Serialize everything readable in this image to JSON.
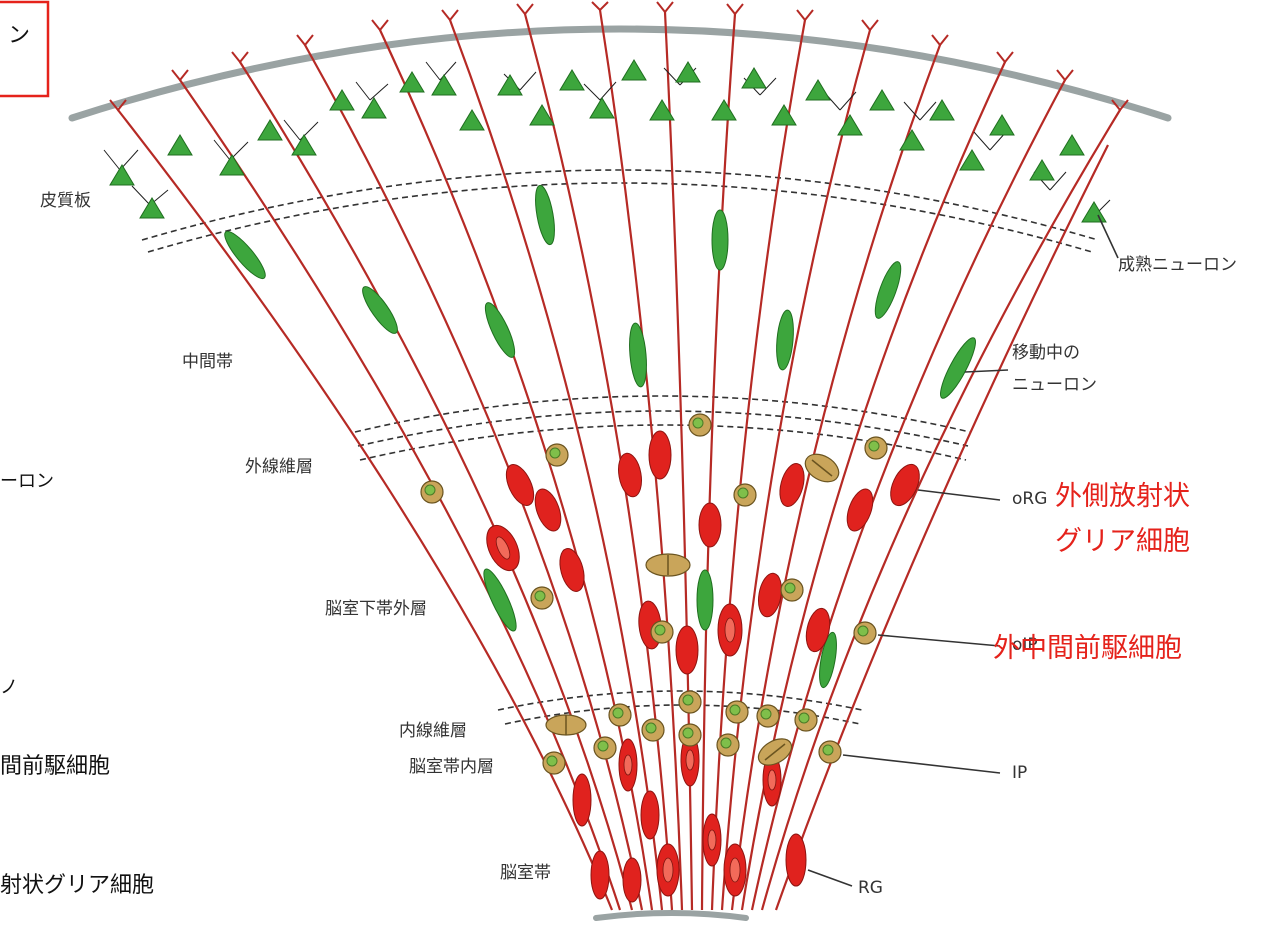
{
  "labels": {
    "cortical_plate": "皮質板",
    "mature_neuron": "成熟ニューロン",
    "intermediate_zone": "中間帯",
    "migrating_neuron_line1": "移動中の",
    "migrating_neuron_line2": "ニューロン",
    "outer_fiber_layer": "外線維層",
    "osvz": "脳室下帯外層",
    "inner_fiber_layer": "内線維層",
    "isvz": "脳室帯内層",
    "vz": "脳室帯",
    "oRG": "oRG",
    "oIP": "oIP",
    "IP": "IP",
    "RG": "RG"
  },
  "annotations": {
    "orG_line1": "外側放射状",
    "orG_line2": "グリア細胞",
    "oip": "外中間前駆細胞"
  },
  "left_cutoff": {
    "box_text": "ン",
    "neuron_fragment": "ーロン",
    "small_fragment": "ノ",
    "ip_fragment": "間前駆細胞",
    "rg_fragment": "射状グリア細胞"
  },
  "colors": {
    "radial_fiber": "#b62a25",
    "radial_glia": "#e0221e",
    "neuron": "#3da63d",
    "intermediate_progenitor": "#c9a55a",
    "annotation_red": "#e5221b"
  }
}
